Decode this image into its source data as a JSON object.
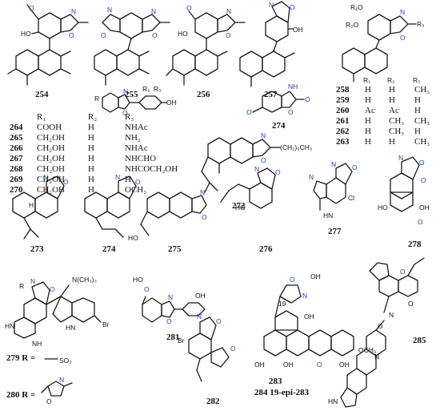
{
  "compounds": [
    {
      "id": "c254",
      "label": "254"
    },
    {
      "id": "c255",
      "label": "255"
    },
    {
      "id": "c256",
      "label": "256"
    },
    {
      "id": "c257",
      "label": "257"
    },
    {
      "id": "c272",
      "label": "272"
    },
    {
      "id": "c273",
      "label": "273"
    },
    {
      "id": "c274b",
      "label": "274"
    },
    {
      "id": "c275",
      "label": "275"
    },
    {
      "id": "c276",
      "label": "276"
    },
    {
      "id": "c277",
      "label": "277"
    },
    {
      "id": "c278",
      "label": "278"
    },
    {
      "id": "c281",
      "label": "281"
    },
    {
      "id": "c282",
      "label": "282"
    },
    {
      "id": "c285",
      "label": "285"
    },
    {
      "id": "c274a",
      "label": "274"
    }
  ],
  "table_258": {
    "headers": [
      "R₁",
      "R₂",
      "R₃"
    ],
    "rows": [
      {
        "id": "258",
        "r1": "H",
        "r2": "H",
        "r3": "CH₃"
      },
      {
        "id": "259",
        "r1": "H",
        "r2": "H",
        "r3": "H"
      },
      {
        "id": "260",
        "r1": "Ac",
        "r2": "Ac",
        "r3": "H"
      },
      {
        "id": "261",
        "r1": "H",
        "r2": "CH₃",
        "r3": "CH₃"
      },
      {
        "id": "262",
        "r1": "H",
        "r2": "CH₃",
        "r3": "H"
      },
      {
        "id": "263",
        "r1": "H",
        "r2": "H",
        "r3": "CH₃"
      }
    ]
  },
  "table_264": {
    "headers": [
      "R₁",
      "R₂",
      "R₃"
    ],
    "rows": [
      {
        "id": "264",
        "r1": "COOH",
        "r2": "H",
        "r3": "NHAc"
      },
      {
        "id": "265",
        "r1": "CH₂OH",
        "r2": "H",
        "r3": "NH₂"
      },
      {
        "id": "266",
        "r1": "CH₂OH",
        "r2": "H",
        "r3": "NHAc"
      },
      {
        "id": "267",
        "r1": "CH₂OH",
        "r2": "H",
        "r3": "NHCHO"
      },
      {
        "id": "268",
        "r1": "CH₂OH",
        "r2": "H",
        "r3": "NHCOCH₂OH"
      },
      {
        "id": "269",
        "r1": "CH₂OH",
        "r2": "H",
        "r3": "H"
      },
      {
        "id": "270",
        "r1": "CH₂OH",
        "r2": "H",
        "r3": "OCH₃"
      }
    ]
  },
  "labels_279_280": {
    "r279": "279 R =",
    "r280": "280 R =",
    "sub279": "SO₃",
    "nme": "N(CH₃)₃"
  },
  "labels_283_284": {
    "c283": "283",
    "c284": "284 19-epi-283",
    "och3": "OCH₃",
    "pos19": "19"
  },
  "atoms": {
    "O": "O",
    "N": "N",
    "HO": "HO",
    "OH": "OH",
    "HN": "HN",
    "H": "H",
    "NH": "NH",
    "Br": "Br",
    "Cl": "Cl",
    "R": "R",
    "R1O": "R₁O",
    "R2O": "R₂O",
    "R3": "R₃",
    "R1": "R₁",
    "R2": "R₂",
    "R3b": "R₃",
    "heptyl": "(CH₂)₅CH₃",
    "meo": "O",
    "nplus": "+",
    "no": "O"
  }
}
